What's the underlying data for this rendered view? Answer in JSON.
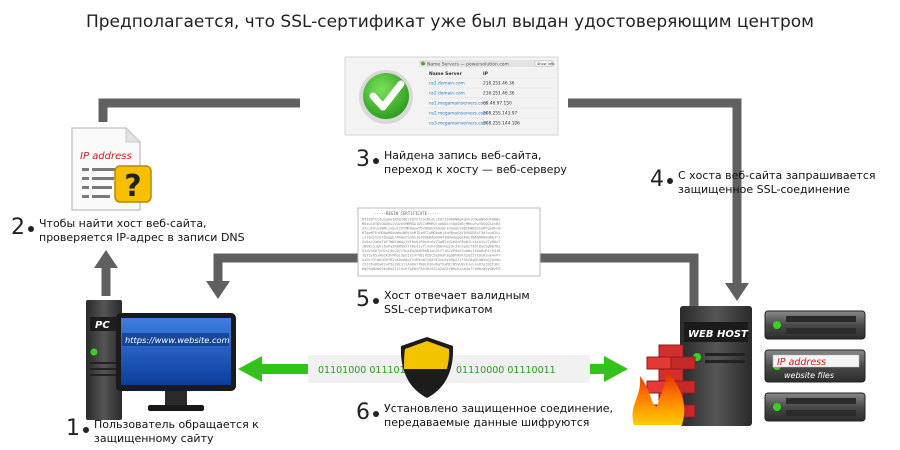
{
  "title": "Предполагается, что SSL-сертификат уже был выдан удостоверяющим центром",
  "steps": [
    {
      "num": "1",
      "text": "Пользователь обращается к\nзащищенному сайту"
    },
    {
      "num": "2",
      "text": "Чтобы найти хост веб-сайта,\nпроверяется IP-адрес в записи DNS"
    },
    {
      "num": "3",
      "text": "Найдена запись веб-сайта,\nпереход к хосту — веб-серверу"
    },
    {
      "num": "4",
      "text": "С хоста веб-сайта запрашивается\nзащищенное SSL-соединение"
    },
    {
      "num": "5",
      "text": "Хост отвечает валидным\nSSL-сертификатом"
    },
    {
      "num": "6",
      "text": "Установлено защищенное соединение,\nпередаваемые данные шифруются"
    }
  ],
  "doc": {
    "label": "IP address",
    "mark": "?"
  },
  "pc": {
    "label": "PC",
    "url": "https://www.website.com"
  },
  "webhost": {
    "label": "WEB HOST"
  },
  "rack": {
    "ip_label": "IP address",
    "files_label": "website files"
  },
  "binary": {
    "left": "01101000 01110100",
    "right": "01110000 01110011"
  },
  "dns_panel": {
    "header": "Name Servers — powersolution.com",
    "button": "Show info",
    "columns": [
      "Name Server",
      "IP"
    ],
    "rows": [
      [
        "ns1.domain.com",
        "216.251.46.36"
      ],
      [
        "ns2.domain.com",
        "216.251.46.36"
      ],
      [
        "ns1.megamainservers.com",
        "69.46.97.150"
      ],
      [
        "ns2.megamainservers.com",
        "208.255.143.97"
      ],
      [
        "ns3.megamainservers.com",
        "208.255.144.106"
      ]
    ]
  },
  "certificate": {
    "header": "-----BEGIN CERTIFICATE-----",
    "lines": [
      "MIIEBTCCAu2gAwIBAgIQDiFQ7kfs9xDLdLzE0fJjNDANBgkqhkiG9w0BAQUFADBe",
      "MQswCQYDVQQGEwJVUzEVMBMGA1UEChMMRGlnaUNlcnQgSW5jMRkwFwYDVQQLExB3",
      "d3cuZGlnaWNlcnQuY29tMR0wGwYDVQQDExRUaGF3dGUgUlNBIENBIDIwMTgwHhcN",
      "MTgxMTEyMDAwMDAwWhcNMjAxMTExMTIwMDAwWjAcMRowGAYDVQQDExF3d3cud2Vi",
      "c2l0ZS5jb20wggEiMA0GCSqGSIb3DQEBAQUAA4IBDwAwggEKAoIBAQDK8RqNb3r2",
      "Xv8sL2aHqTpF7mN1bW4cYdE9oKjR0sUt6vZ3gB5iH2mQnP8xWfLc4eA1sV7yD0uT",
      "zN9kC3jQhL6oPa2RbM5wXtF8eG1vYi4sK7dU0nHqZ3rJ9cSpO2fA6lBxE5gWmT8y",
      "Q1uV4kD7nR2sL9hC0jF3pX6wZ8aM5bN1eG4tY7iK2oP0qS3uH6vJ9dA8cR1lE4fB",
      "7gT2yU5xW0zK3nM6qL9pO1sI4rV8jH2bC5eD0aF3gQ6hN9kX2mZ5tY8uR1wE4vP7",
      "oJ0iS3lA6dG9fB2cK5nH8qT1xM4zW7yU0rE3vL6sO9pI2jF5hC8gD1aN4bQ7kX0m",
      "Z3tY6uR9wE2vP5oJ8iS1lA4dG7fB0cK3nH6qT9xM2zW5yU8rE1vL4sO7pI0jF3hC",
      "6gD9aN2bQ5kX8mZ1tY4uR7wE0vP3oJ6iS9lA2dG5fB8cK1nH4qT7xM0zW3yU6rE9"
    ]
  },
  "colors": {
    "arrow_gray": "#606060",
    "arrow_green": "#33c21a",
    "ip_red": "#cc1e1e",
    "check_green": "#3bb82c",
    "shield_yellow": "#f2c400",
    "text": "#222222"
  }
}
